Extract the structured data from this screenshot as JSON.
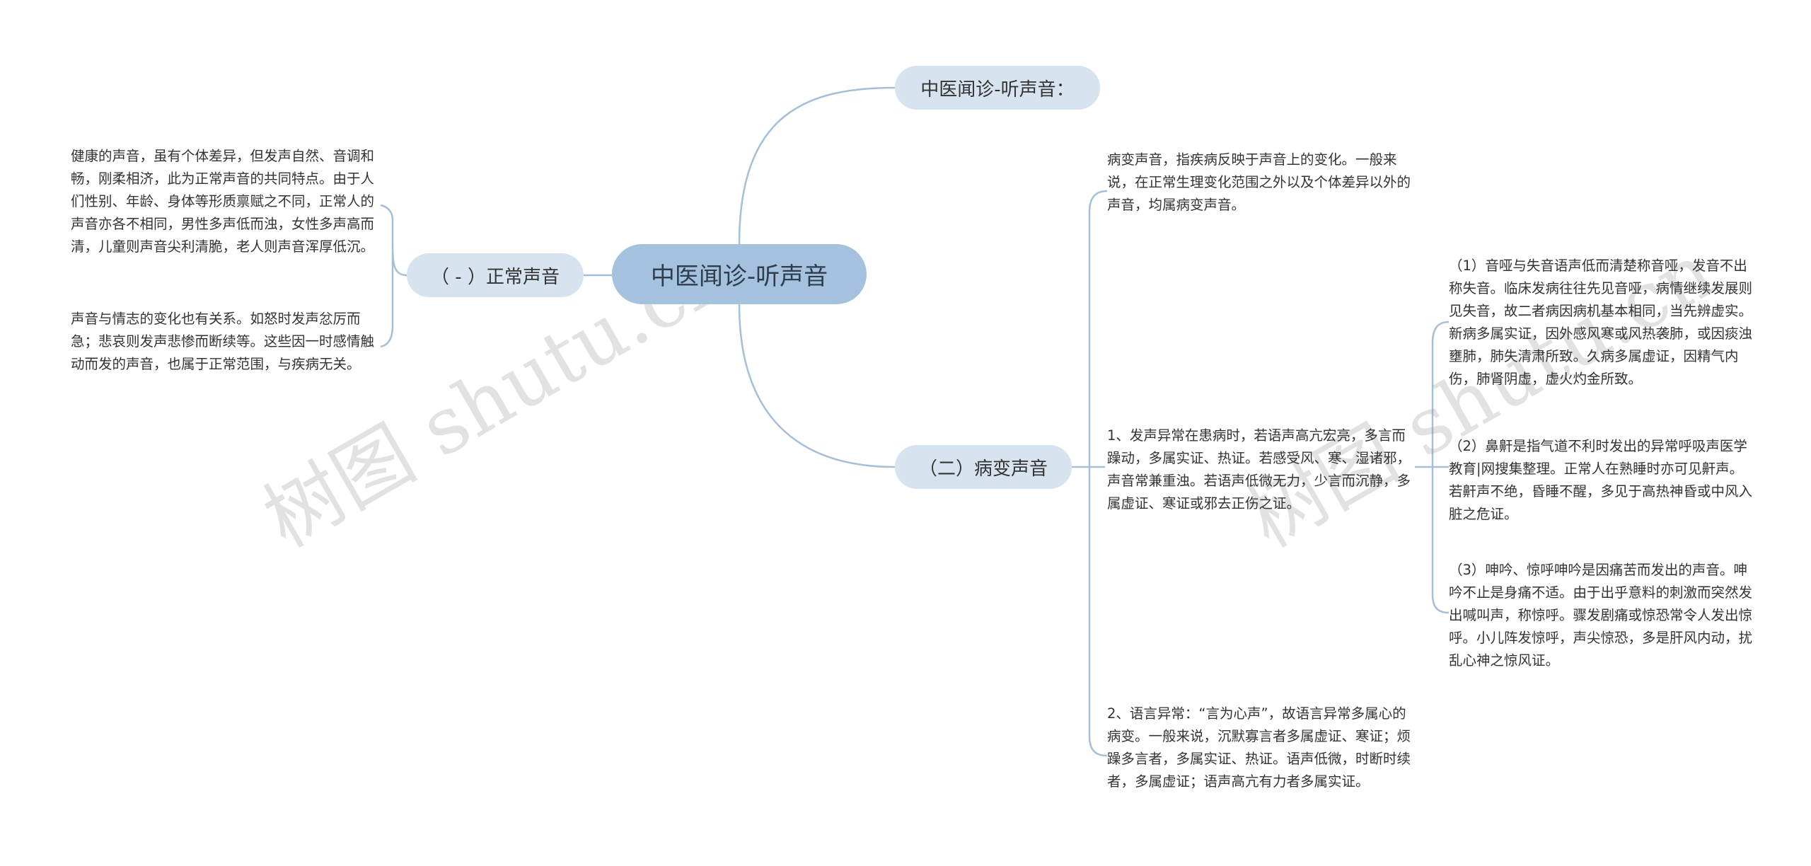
{
  "root": {
    "label": "中医闻诊-听声音"
  },
  "branches": {
    "top": {
      "label": "中医闻诊-听声音："
    },
    "normal": {
      "label": "（ - ）正常声音",
      "leaves": [
        "健康的声音，虽有个体差异，但发声自然、音调和畅，刚柔相济，此为正常声音的共同特点。由于人们性别、年龄、身体等形质禀赋之不同，正常人的声音亦各不相同，男性多声低而浊，女性多声高而清，儿童则声音尖利清脆，老人则声音浑厚低沉。",
        "声音与情志的变化也有关系。如怒时发声忿厉而急；悲哀则发声悲惨而断续等。这些因一时感情触动而发的声音，也属于正常范围，与疾病无关。"
      ]
    },
    "disease": {
      "label": "（二）病变声音",
      "intro": "病变声音，指疾病反映于声音上的变化。一般来说，在正常生理变化范围之外以及个体差异以外的声音，均属病变声音。",
      "item1": "1、发声异常在患病时，若语声高亢宏亮，多言而躁动，多属实证、热证。若感受风、寒、湿诸邪，声音常兼重浊。若语声低微无力，少言而沉静，多属虚证、寒证或邪去正伤之证。",
      "subitems": [
        "（1）音哑与失音语声低而清楚称音哑，发音不出称失音。临床发病往往先见音哑，病情继续发展则见失音，故二者病因病机基本相同，当先辨虚实。新病多属实证，因外感风寒或风热袭肺，或因痰浊壅肺，肺失清肃所致。久病多属虚证，因精气内伤，肺肾阴虚，虚火灼金所致。",
        "（2）鼻鼾是指气道不利时发出的异常呼吸声医学教育|网搜集整理。正常人在熟睡时亦可见鼾声。若鼾声不绝，昏睡不醒，多见于高热神昏或中风入脏之危证。",
        "（3）呻吟、惊呼呻吟是因痛苦而发出的声音。呻吟不止是身痛不适。由于出乎意料的刺激而突然发出喊叫声，称惊呼。骤发剧痛或惊恐常令人发出惊呼。小儿阵发惊呼，声尖惊恐，多是肝风内动，扰乱心神之惊风证。"
      ],
      "item2": "2、语言异常：“言为心声”，故语言异常多属心的病变。一般来说，沉默寡言者多属虚证、寒证；烦躁多言者，多属实证、热证。语声低微，时断时续者，多属虚证；语声高亢有力者多属实证。"
    }
  },
  "watermark": "树图 shutu.cn",
  "colors": {
    "edge": "#a4bfd7",
    "root": "#a4c1de",
    "pill": "#d7e4ef"
  }
}
